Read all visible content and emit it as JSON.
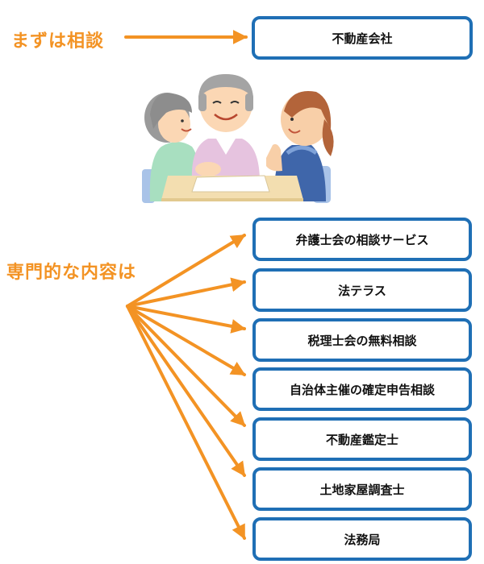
{
  "colors": {
    "accent": "#f39324",
    "box_border": "#1f6fb5",
    "text": "#111111"
  },
  "first_step": {
    "label": "まずは相談",
    "target": "不動産会社"
  },
  "specialist": {
    "label": "専門的な内容は",
    "targets": [
      "弁護士会の相談サービス",
      "法テラス",
      "税理士会の無料相談",
      "自治体主催の確定申告相談",
      "不動産鑑定士",
      "土地家屋調査士",
      "法務局"
    ]
  },
  "illustration": {
    "name": "elderly-couple-consulting-illustration"
  }
}
